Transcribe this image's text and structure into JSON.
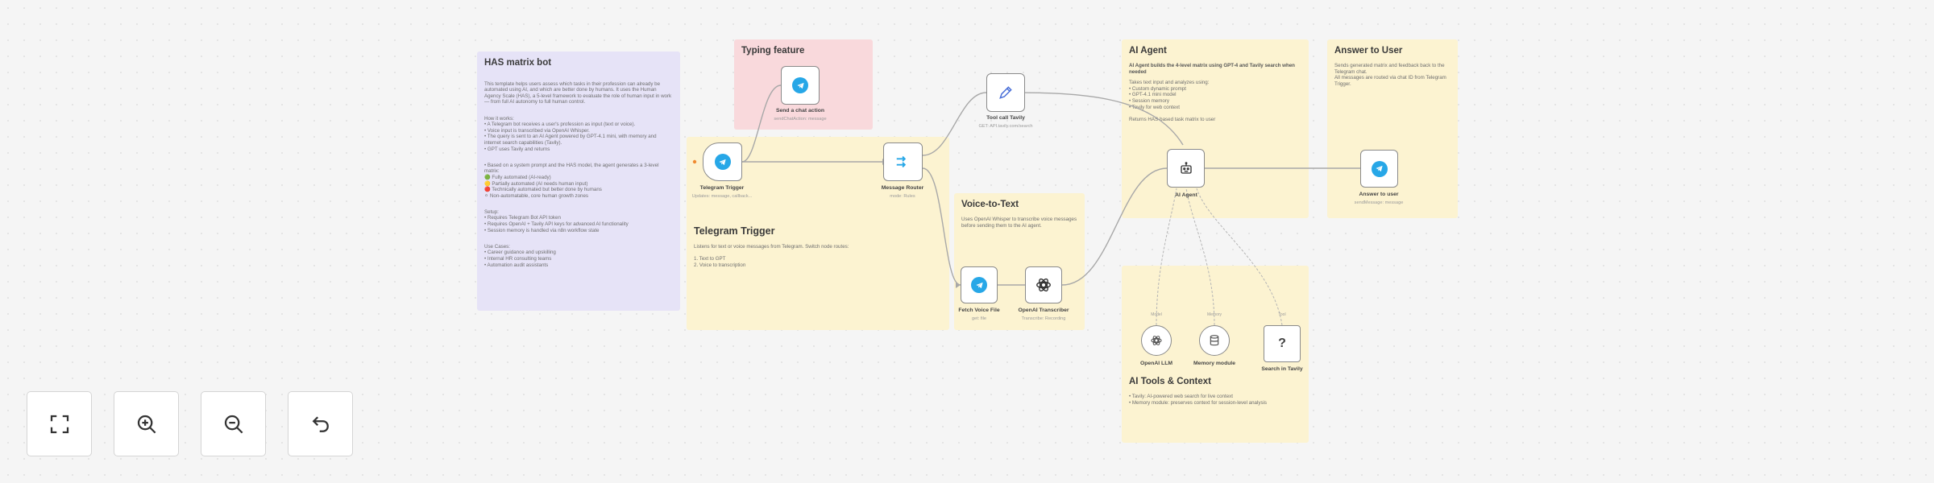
{
  "notes": {
    "has": {
      "title": "HAS matrix bot",
      "p1": "This template helps users assess which tasks in their profession can already be automated using AI, and which are better done by humans. It uses the Human Agency Scale (HAS), a 5-level framework to evaluate the role of human input in work — from full AI autonomy to full human control.",
      "p2": "How it works:\n• A Telegram bot receives a user's profession as input (text or voice).\n• Voice input is transcribed via OpenAI Whisper.\n• The query is sent to an AI Agent powered by GPT-4.1 mini, with memory and internet search capabilities (Tavily).\n• GPT uses Tavily and returns",
      "p3": "• Based on a system prompt and the HAS model, the agent generates a 3-level matrix:\n🟢 Fully automated (AI-ready)\n🟡 Partially automated (AI needs human input)\n🔴 Technically automated but better done by humans\n⚪ Non-automatable, core human growth zones",
      "p4": "Setup:\n• Requires Telegram Bot API token\n• Requires OpenAI + Tavily API keys for advanced AI functionality\n• Session memory is handled via n8n workflow state",
      "p5": "Use Cases:\n• Career guidance and upskilling\n• Internal HR consulting teams\n• Automation audit assistants"
    },
    "typing": {
      "title": "Typing feature"
    },
    "telegram": {
      "title": "Telegram Trigger",
      "body": "Listens for text or voice messages from Telegram. Switch node routes:\n\n1. Text to GPT\n2. Voice to transcription"
    },
    "voice": {
      "title": "Voice-to-Text",
      "body": "Uses OpenAI Whisper to transcribe voice messages before sending them to the AI agent."
    },
    "agent": {
      "title": "AI Agent",
      "lead": "AI Agent builds the 4-level matrix using GPT-4 and Tavily search when needed",
      "body": "Takes text input and analyzes using:\n• Custom dynamic prompt\n• GPT-4.1 mini model\n• Session memory\n• Tavily for web context\n\nReturns HAS-based task matrix to user"
    },
    "tools": {
      "title": "AI Tools & Context",
      "body": "• Tavily: AI-powered web search for live context\n• Memory module: preserves context for session-level analysis"
    },
    "answer": {
      "title": "Answer to User",
      "body": "Sends generated matrix and feedback back to the Telegram chat.\nAll messages are routed via chat ID from Telegram Trigger."
    }
  },
  "nodes": {
    "typing_action": {
      "label": "Send a chat action",
      "sub": "sendChatAction: message"
    },
    "telegram_trigger": {
      "label": "Telegram Trigger",
      "sub": "Updates: message, callback..."
    },
    "message_router": {
      "label": "Message Router",
      "sub": "mode: Rules"
    },
    "tool_call": {
      "label": "Tool call Tavily",
      "sub": "GET: API.tavily.com/search"
    },
    "fetch_voice": {
      "label": "Fetch Voice File",
      "sub": "get: file"
    },
    "openai_transcriber": {
      "label": "OpenAI Transcriber",
      "sub": "Transcribe: Recording"
    },
    "ai_agent": {
      "label": "AI Agent",
      "sub": ""
    },
    "answer_to_user": {
      "label": "Answer to user",
      "sub": "sendMessage: message"
    },
    "openai_llm": {
      "label": "OpenAI LLM",
      "port": "Model"
    },
    "memory_module": {
      "label": "Memory module",
      "port": "Memory"
    },
    "search_tavily": {
      "label": "Search in Tavily",
      "port": "Tool",
      "glyph": "?"
    }
  },
  "controls": {
    "fit": "fullscreen-icon",
    "zoom_in": "zoom-in-icon",
    "zoom_out": "zoom-out-icon",
    "reset": "undo-icon"
  },
  "colors": {
    "purple_note": "#e6e3f7",
    "yellow_note": "#fcf3d1",
    "red_note": "#f9d9dc",
    "telegram_blue": "#27a7e7",
    "trigger_orange": "#f08a30"
  }
}
